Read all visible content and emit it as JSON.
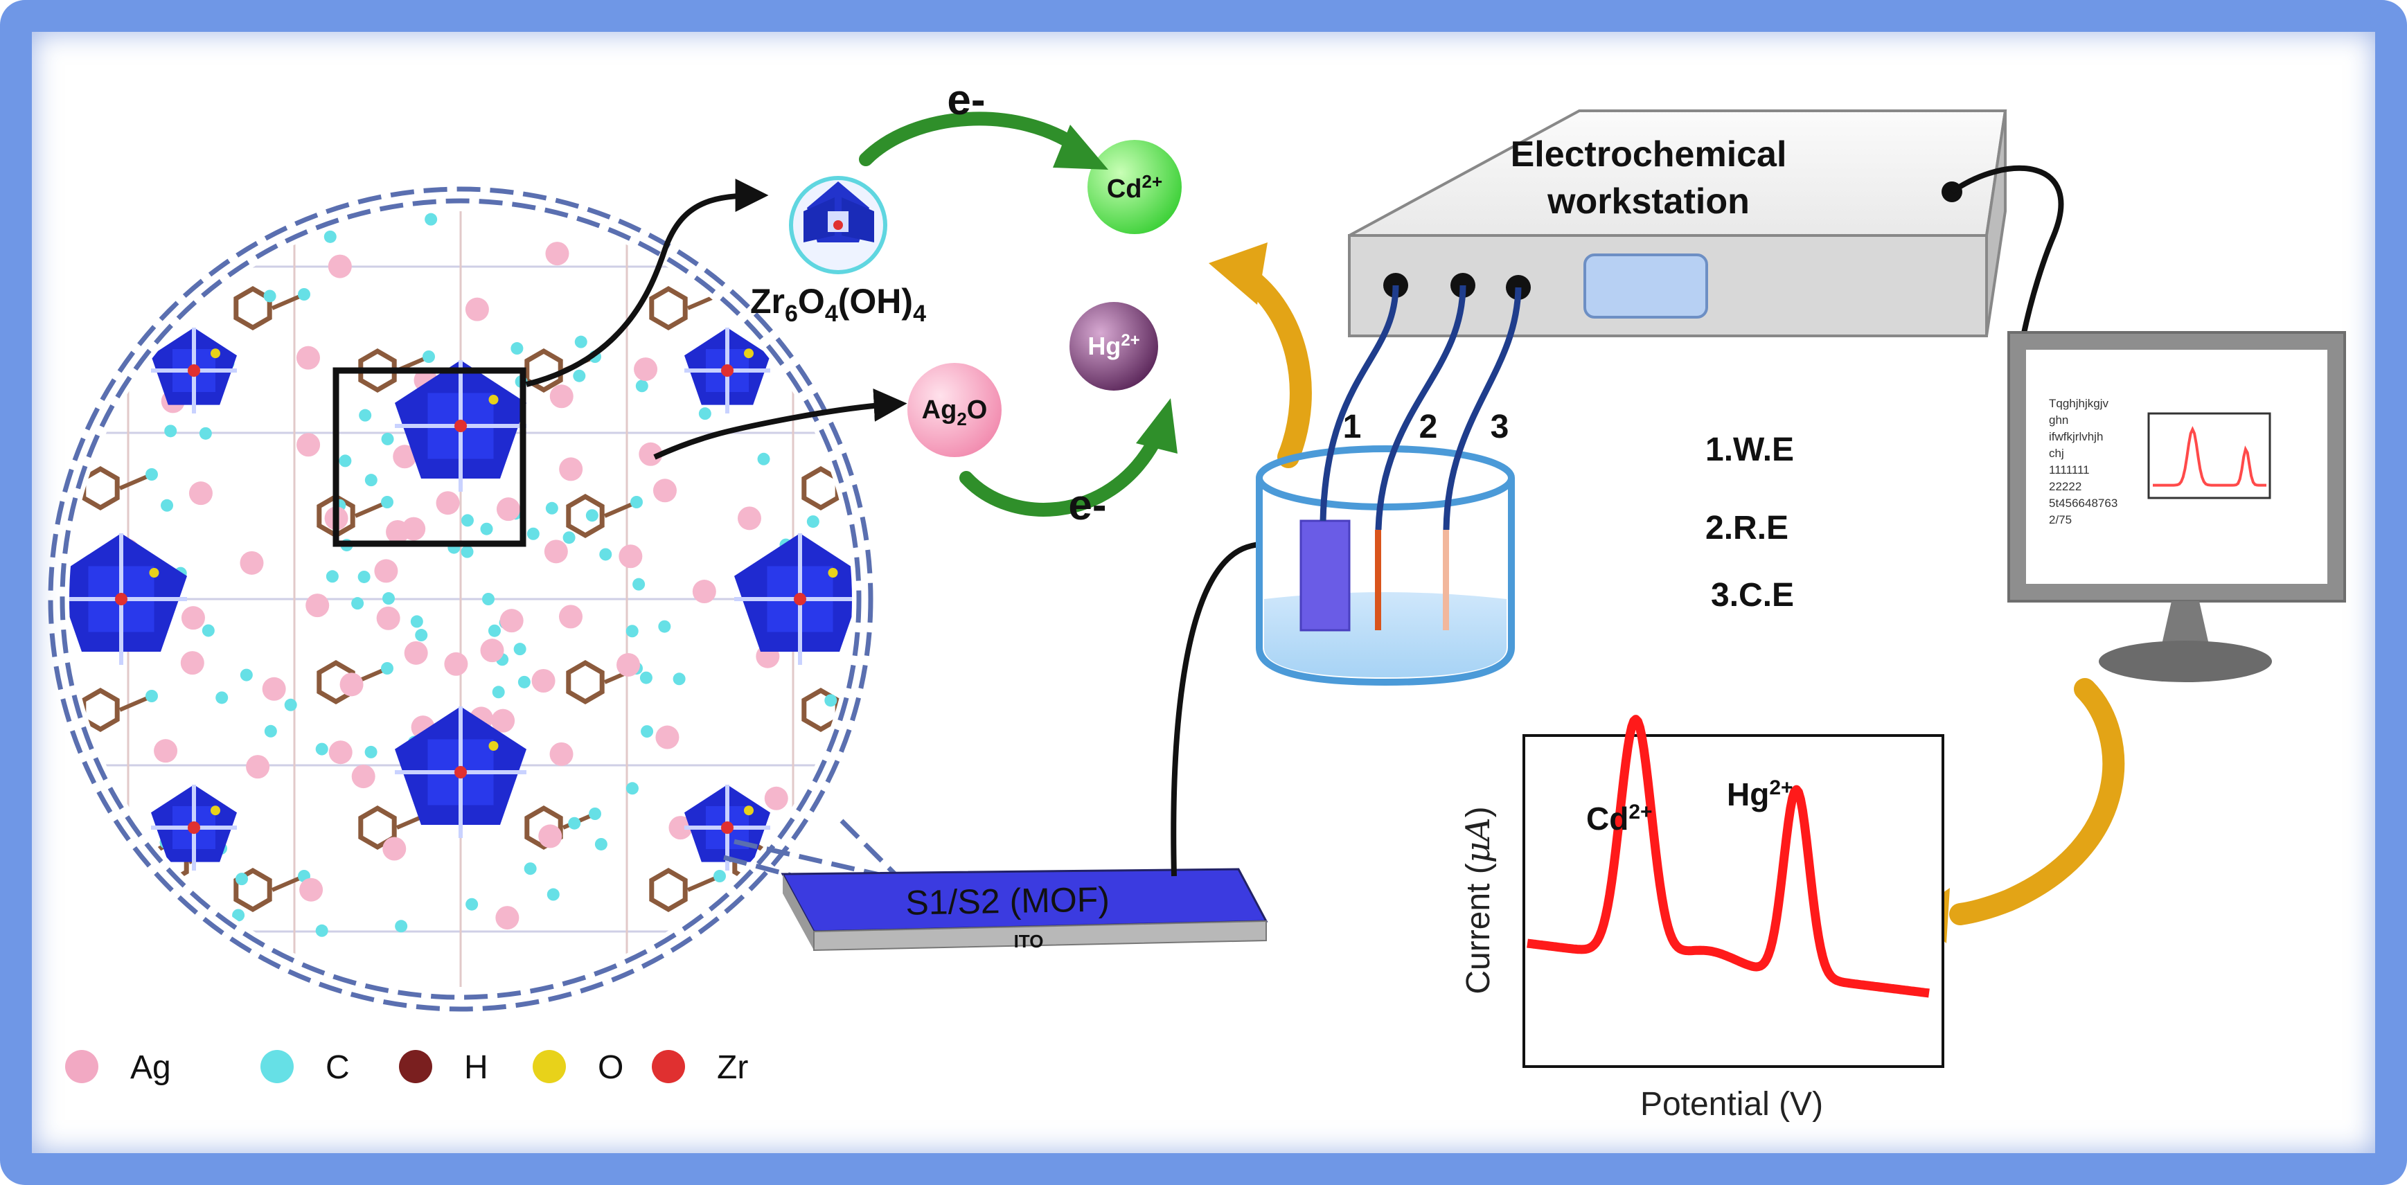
{
  "electrode_labels": {
    "one": "1",
    "two": "2",
    "three": "3"
  },
  "workstation": {
    "line1": "Electrochemical",
    "line2": "workstation"
  },
  "electrodes": {
    "we": "1.W.E",
    "re": "2.R.E",
    "ce": "3.C.E"
  },
  "electron": {
    "top": "e-",
    "bottom": "e-"
  },
  "species": {
    "cd_base": "Cd",
    "cd_charge": "2+",
    "hg_base": "Hg",
    "hg_charge": "2+",
    "ag2o_base": "Ag",
    "ag2o_sub": "2",
    "ag2o_tail": "O"
  },
  "cluster": {
    "p1": "Zr",
    "s1": "6",
    "p2": "O",
    "s2": "4",
    "p3": "(OH)",
    "s3": "4"
  },
  "substrate": {
    "mof": "S1/S2 (MOF)",
    "ito": "ITO"
  },
  "legend": [
    {
      "label": "Ag",
      "color": "#f2a9c3"
    },
    {
      "label": "C",
      "color": "#66e0e6"
    },
    {
      "label": "H",
      "color": "#7a1f1f"
    },
    {
      "label": "O",
      "color": "#e8d21a"
    },
    {
      "label": "Zr",
      "color": "#e03030"
    }
  ],
  "monitor": {
    "lines": [
      "Tqghjhjkgjv",
      "ghn",
      "ifwfkjrlvhjh",
      "chj",
      "1111111",
      "22222",
      "5t456648763",
      "2/75"
    ]
  },
  "chart_data": {
    "type": "line",
    "xlabel": "Potential (V)",
    "ylabel_prefix": "Current (",
    "ylabel_mu": "μA",
    "ylabel_suffix": ")",
    "peaks": [
      {
        "base": "Cd",
        "charge": "2+"
      },
      {
        "base": "Hg",
        "charge": "2+"
      }
    ],
    "color": "#ff1a1a"
  }
}
